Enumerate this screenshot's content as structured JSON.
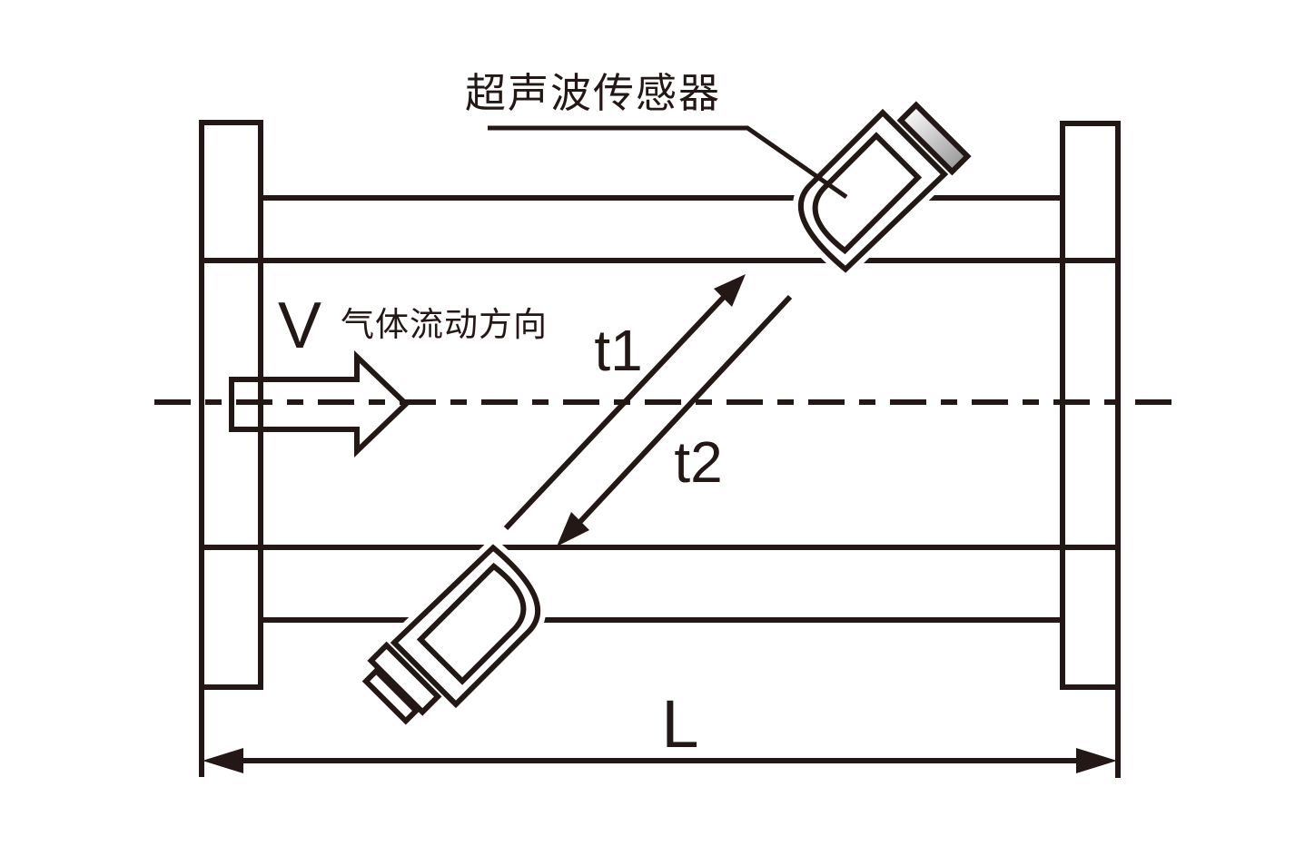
{
  "diagram": {
    "type": "ultrasonic-gas-flow-meter-schematic",
    "labels": {
      "sensor": "超声波传感器",
      "velocity": "V",
      "flow_direction": "气体流动方向",
      "time_upstream": "t1",
      "time_downstream": "t2",
      "length": "L"
    }
  },
  "colors": {
    "line": "#231815",
    "background": "#ffffff",
    "sensor_cap_light": "#f7f7f7",
    "sensor_cap_dark": "#9c9c9c"
  }
}
